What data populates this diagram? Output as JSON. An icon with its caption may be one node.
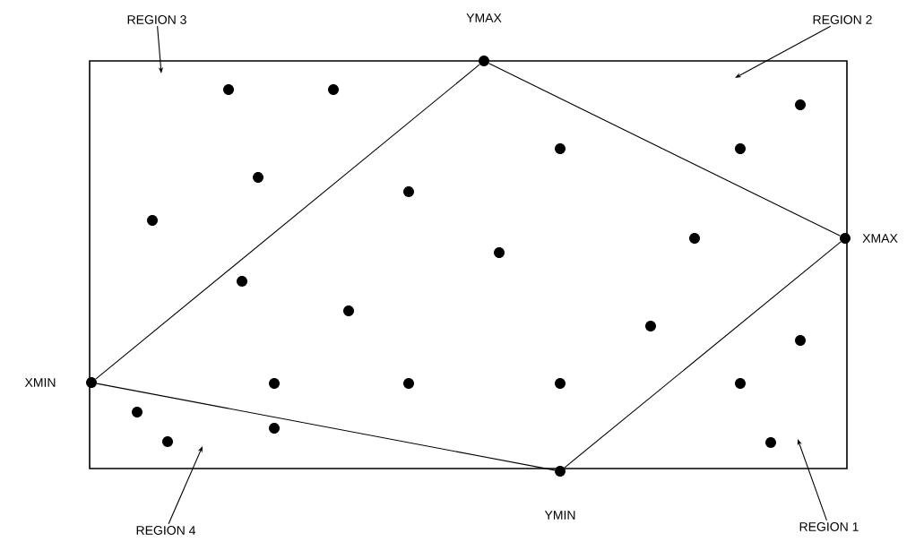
{
  "diagram": {
    "nodes": [
      {
        "text": [
          "REGION 3"
        ]
      },
      {
        "text": [],
        "shape": "circle",
        "beside": [
          "YMAX"
        ]
      },
      {
        "text": [
          "REGION 2"
        ]
      },
      {
        "text": [],
        "shape": "circle",
        "beside": [
          "XMAX"
        ]
      },
      {
        "text": [],
        "shape": "circle",
        "beside": [
          "XMIN"
        ]
      },
      {
        "text": [],
        "shape": "circle",
        "beside": [
          "YMIN"
        ]
      },
      {
        "text": [
          "REGION 4"
        ]
      },
      {
        "text": [
          "REGION 1"
        ]
      },
      {
        "text": [],
        "shape": "circle"
      },
      {
        "text": [],
        "shape": "circle"
      },
      {
        "text": [],
        "shape": "circle"
      },
      {
        "text": [],
        "shape": "circle"
      },
      {
        "text": [],
        "shape": "circle"
      },
      {
        "text": [],
        "shape": "circle"
      },
      {
        "text": [],
        "shape": "circle"
      },
      {
        "text": [],
        "shape": "circle"
      },
      {
        "text": [],
        "shape": "circle"
      },
      {
        "text": [],
        "shape": "circle"
      },
      {
        "text": [],
        "shape": "circle"
      },
      {
        "text": [],
        "shape": "circle"
      },
      {
        "text": [],
        "shape": "circle"
      },
      {
        "text": [],
        "shape": "circle"
      },
      {
        "text": [],
        "shape": "circle"
      },
      {
        "text": [],
        "shape": "circle"
      },
      {
        "text": [],
        "shape": "circle"
      },
      {
        "text": [],
        "shape": "circle"
      },
      {
        "text": [],
        "shape": "circle"
      },
      {
        "text": [],
        "shape": "circle"
      },
      {
        "text": [],
        "shape": "circle"
      },
      {
        "text": [],
        "shape": "circle"
      }
    ],
    "edges": [
      {
        "from": 4,
        "to": 1,
        "arrow": "none"
      },
      {
        "from": 1,
        "to": 3,
        "arrow": "none"
      },
      {
        "from": 3,
        "to": 5,
        "arrow": "none"
      },
      {
        "from": 5,
        "to": 4,
        "arrow": "none"
      },
      {
        "from": 0,
        "to": null,
        "arrow": "to"
      },
      {
        "from": 2,
        "to": null,
        "arrow": "to"
      },
      {
        "from": 6,
        "to": null,
        "arrow": "to"
      },
      {
        "from": 7,
        "to": null,
        "arrow": "to"
      }
    ]
  }
}
